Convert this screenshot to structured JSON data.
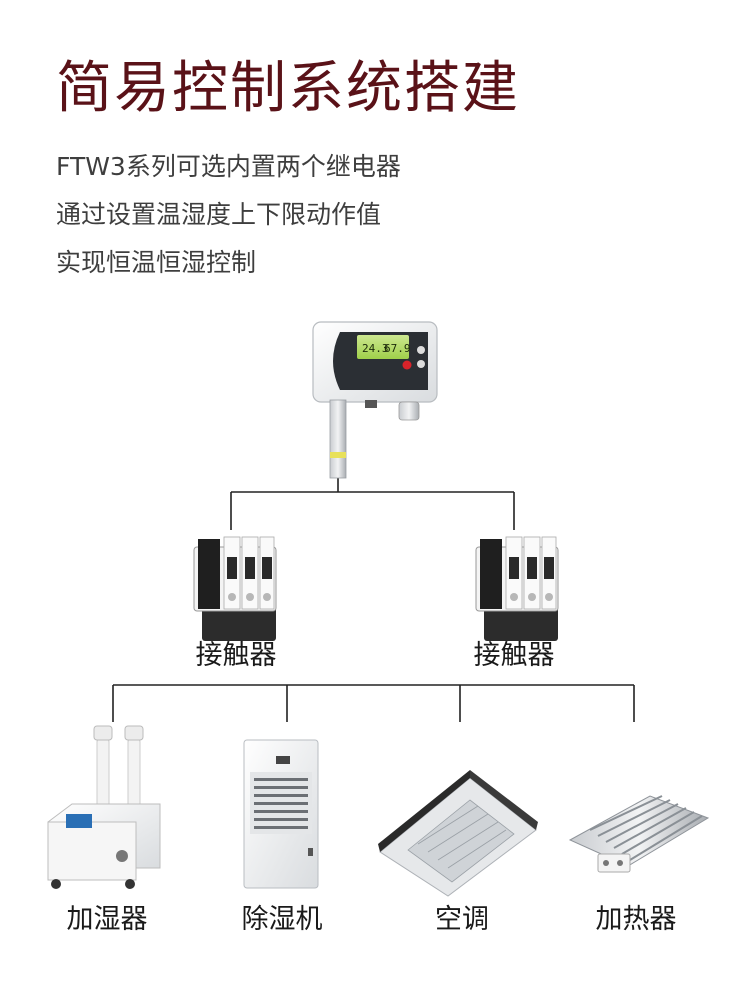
{
  "title": "简易控制系统搭建",
  "lines": [
    "FTW3系列可选内置两个继电器",
    "通过设置温湿度上下限动作值",
    "实现恒温恒湿控制"
  ],
  "device": {
    "display_temp": "24.3",
    "display_humi": "67.9"
  },
  "contactors": [
    {
      "label": "接触器"
    },
    {
      "label": "接触器"
    }
  ],
  "appliances": [
    {
      "label": "加湿器"
    },
    {
      "label": "除湿机"
    },
    {
      "label": "空调"
    },
    {
      "label": "加热器"
    }
  ],
  "colors": {
    "title": "#5a1218",
    "lines": "#333333"
  }
}
